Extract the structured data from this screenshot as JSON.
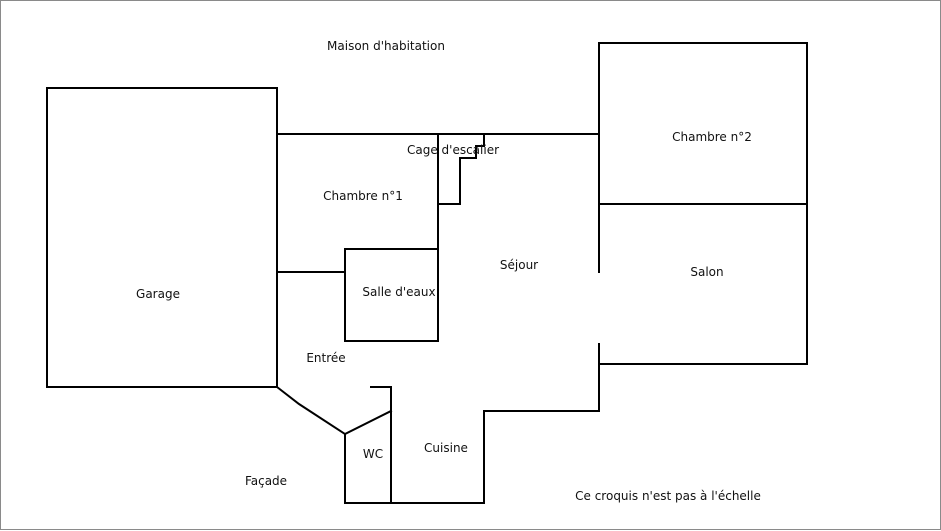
{
  "title": "Maison d'habitation",
  "rooms": {
    "garage": "Garage",
    "chambre1": "Chambre n°1",
    "cage_escalier": "Cage d'escalier",
    "chambre2": "Chambre n°2",
    "sejour": "Séjour",
    "salon": "Salon",
    "salle_eaux": "Salle d'eaux",
    "entree": "Entrée",
    "wc": "WC",
    "cuisine": "Cuisine"
  },
  "facade_label": "Façade",
  "scale_note": "Ce croquis n'est pas à l'échelle"
}
